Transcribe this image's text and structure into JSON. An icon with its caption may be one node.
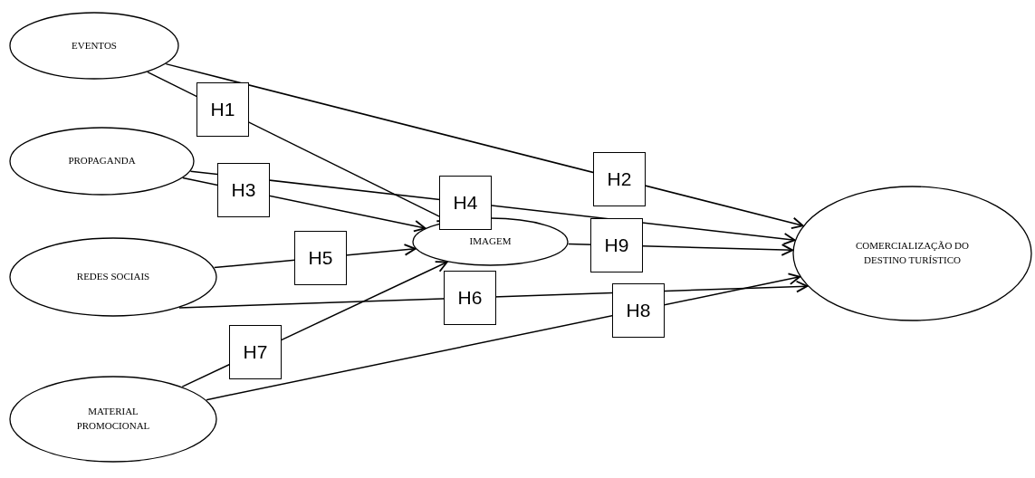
{
  "diagram": {
    "nodes": [
      {
        "text": [
          "EVENTOS"
        ]
      },
      {
        "text": [
          "PROPAGANDA"
        ]
      },
      {
        "text": [
          "REDES SOCIAIS"
        ]
      },
      {
        "text": [
          "MATERIAL PROMOCIONAL"
        ]
      },
      {
        "text": [
          "IMAGEM"
        ]
      },
      {
        "text": [
          "COMERCIALIZAÇÃO DO DESTINO TURÍSTICO"
        ]
      }
    ],
    "edges": [
      {
        "from": 0,
        "to": 4,
        "arrow": "to",
        "label": "H1"
      },
      {
        "from": 0,
        "to": 5,
        "arrow": "to",
        "label": "H2"
      },
      {
        "from": 1,
        "to": 4,
        "arrow": "to",
        "label": "H3"
      },
      {
        "from": 1,
        "to": 5,
        "arrow": "to",
        "label": "H4"
      },
      {
        "from": 2,
        "to": 4,
        "arrow": "to",
        "label": "H5"
      },
      {
        "from": 2,
        "to": 5,
        "arrow": "to",
        "label": "H6"
      },
      {
        "from": 3,
        "to": 4,
        "arrow": "to",
        "label": "H7"
      },
      {
        "from": 3,
        "to": 5,
        "arrow": "to",
        "label": "H8"
      },
      {
        "from": 4,
        "to": 5,
        "arrow": "to",
        "label": "H9"
      }
    ]
  }
}
